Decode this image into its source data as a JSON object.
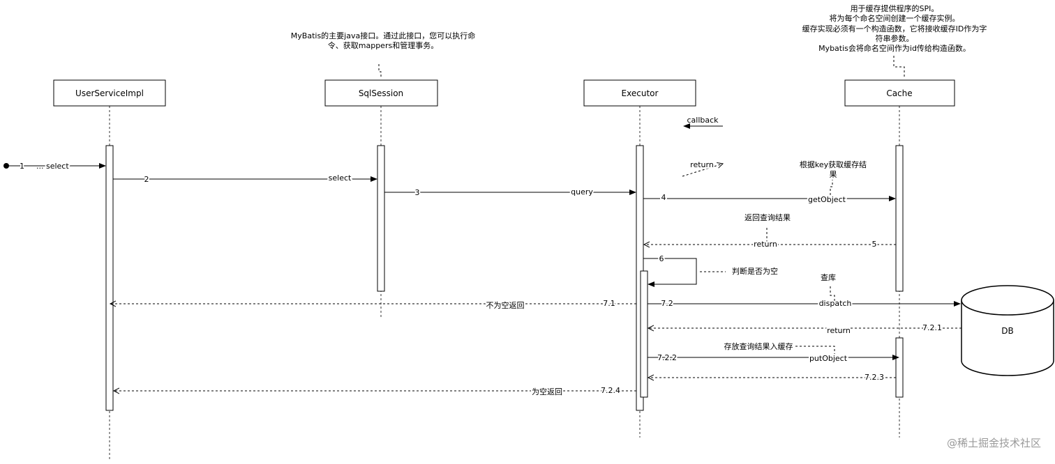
{
  "participants": [
    {
      "id": "user",
      "label": "UserServiceImpl"
    },
    {
      "id": "session",
      "label": "SqlSession"
    },
    {
      "id": "executor",
      "label": "Executor"
    },
    {
      "id": "cache",
      "label": "Cache"
    }
  ],
  "notes": {
    "sqlsession_note": [
      "MyBatis的主要java接口。通过此接口，您可以执行命",
      "令、获取mappers和管理事务。"
    ],
    "cache_note": [
      "用于缓存提供程序的SPI。",
      "将为每个命名空间创建一个缓存实例。",
      "缓存实现必须有一个构造函数，它将接收缓存ID作为字",
      "符串参数。",
      "Mybatis会将命名空间作为id传给构造函数。"
    ],
    "get_cache_note": [
      "根据key获取缓存结",
      "果"
    ],
    "return_query_note": "返回查询结果",
    "judge_note": "判断是否为空",
    "query_db_note": "查库",
    "store_note": "存放查询结果入缓存"
  },
  "legend": {
    "callback": "callback",
    "return": "return"
  },
  "messages": {
    "m1": {
      "num": "1",
      "label": "... select"
    },
    "m2": {
      "num": "2",
      "label": "select"
    },
    "m3": {
      "num": "3",
      "label": "query"
    },
    "m4": {
      "num": "4",
      "label": "getObject"
    },
    "m5": {
      "num": "5",
      "label": "return"
    },
    "m6": {
      "num": "6",
      "label": ""
    },
    "m71": {
      "num": "7.1",
      "label": "不为空返回"
    },
    "m72": {
      "num": "7.2",
      "label": "dispatch"
    },
    "m721": {
      "num": "7.2.1",
      "label": "return"
    },
    "m722": {
      "num": "7.2.2",
      "label": "putObject"
    },
    "m723": {
      "num": "7.2.3",
      "label": ""
    },
    "m724": {
      "num": "7.2.4",
      "label": "为空返回"
    }
  },
  "db": {
    "label": "DB"
  },
  "watermark": "@稀土掘金技术社区"
}
